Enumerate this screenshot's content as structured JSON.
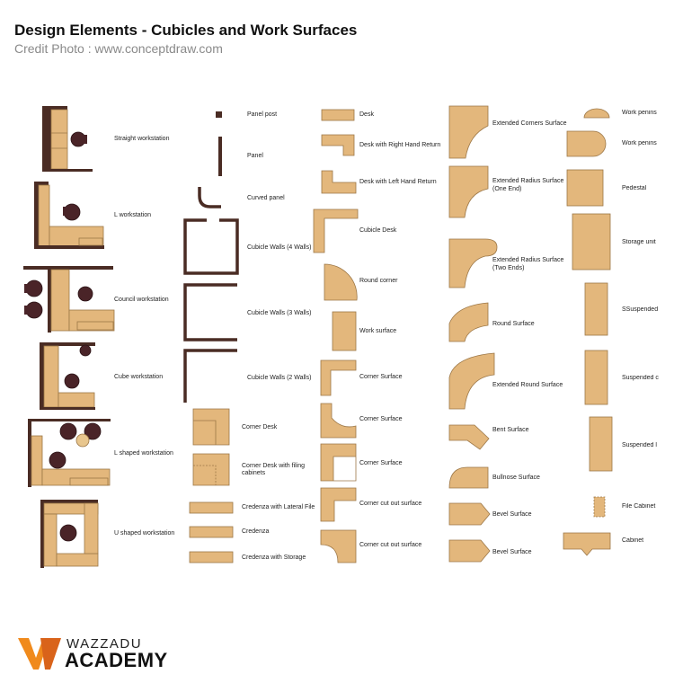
{
  "header": {
    "title": "Design Elements - Cubicles and Work Surfaces",
    "credit": "Credit Photo : www.conceptdraw.com"
  },
  "labels": {
    "straight_workstation": "Straight workstation",
    "l_workstation": "L workstation",
    "council_workstation": "Council workstation",
    "cube_workstation": "Cube workstation",
    "l_shaped_workstation": "L shaped workstation",
    "u_shaped_workstation": "U shaped workstation",
    "panel_post": "Panel post",
    "panel": "Panel",
    "curved_panel": "Curved panel",
    "cubicle_walls_4": "Cubicle Walls (4 Walls)",
    "cubicle_walls_3": "Cubicle Walls (3 Walls)",
    "cubicle_walls_2": "Cubicle Walls (2 Walls)",
    "corner_desk": "Corner Desk",
    "corner_desk_filing_1": "Corner Desk with filing",
    "corner_desk_filing_2": "cabinets",
    "credenza_lateral_file": "Credenza with Lateral File",
    "credenza": "Credenza",
    "credenza_storage": "Credenza with Storage",
    "desk": "Desk",
    "desk_right_return": "Desk with Right Hand Return",
    "desk_left_return": "Desk with Left Hand Return",
    "cubicle_desk": "Cubicle Desk",
    "round_corner": "Round corner",
    "work_surface": "Work surface",
    "corner_surface_1": "Corner Surface",
    "corner_surface_2": "Corner Surface",
    "corner_surface_3": "Corner Surface",
    "corner_cut_out_surface_1": "Corner cut out surface",
    "corner_cut_out_surface_2": "Corner cut out surface",
    "extended_corners_surface": "Extended Corners Surface",
    "extended_radius_one_1": "Extended Radius Surface",
    "extended_radius_one_2": "(One End)",
    "extended_radius_two_1": "Extended Radius Surface",
    "extended_radius_two_2": "(Two Ends)",
    "round_surface": "Round Surface",
    "extended_round_surface": "Extended Round Surface",
    "bent_surface": "Bent Surface",
    "bullnose_surface": "Bullnose Surface",
    "bevel_surface_1": "Bevel Surface",
    "bevel_surface_2": "Bevel Surface",
    "work_peninsula_1": "Work penins",
    "work_peninsula_2": "Work penins",
    "pedestal": "Pedestal",
    "storage_unit": "Storage unit",
    "ssuspended": "SSuspended",
    "suspended_c": "Suspended c",
    "suspended_l": "Suspended l",
    "file_cabinet": "File Cabinet",
    "cabinet": "Cabinet"
  },
  "logo": {
    "line1": "WAZZADU",
    "line2": "ACADEMY"
  },
  "colors": {
    "surface": "#E3B77C",
    "surface_stroke": "#9C7747",
    "wall": "#4A2C24",
    "chair": "#4A2428",
    "logo_orange": "#F08A1C",
    "logo_dark": "#D9631A"
  }
}
